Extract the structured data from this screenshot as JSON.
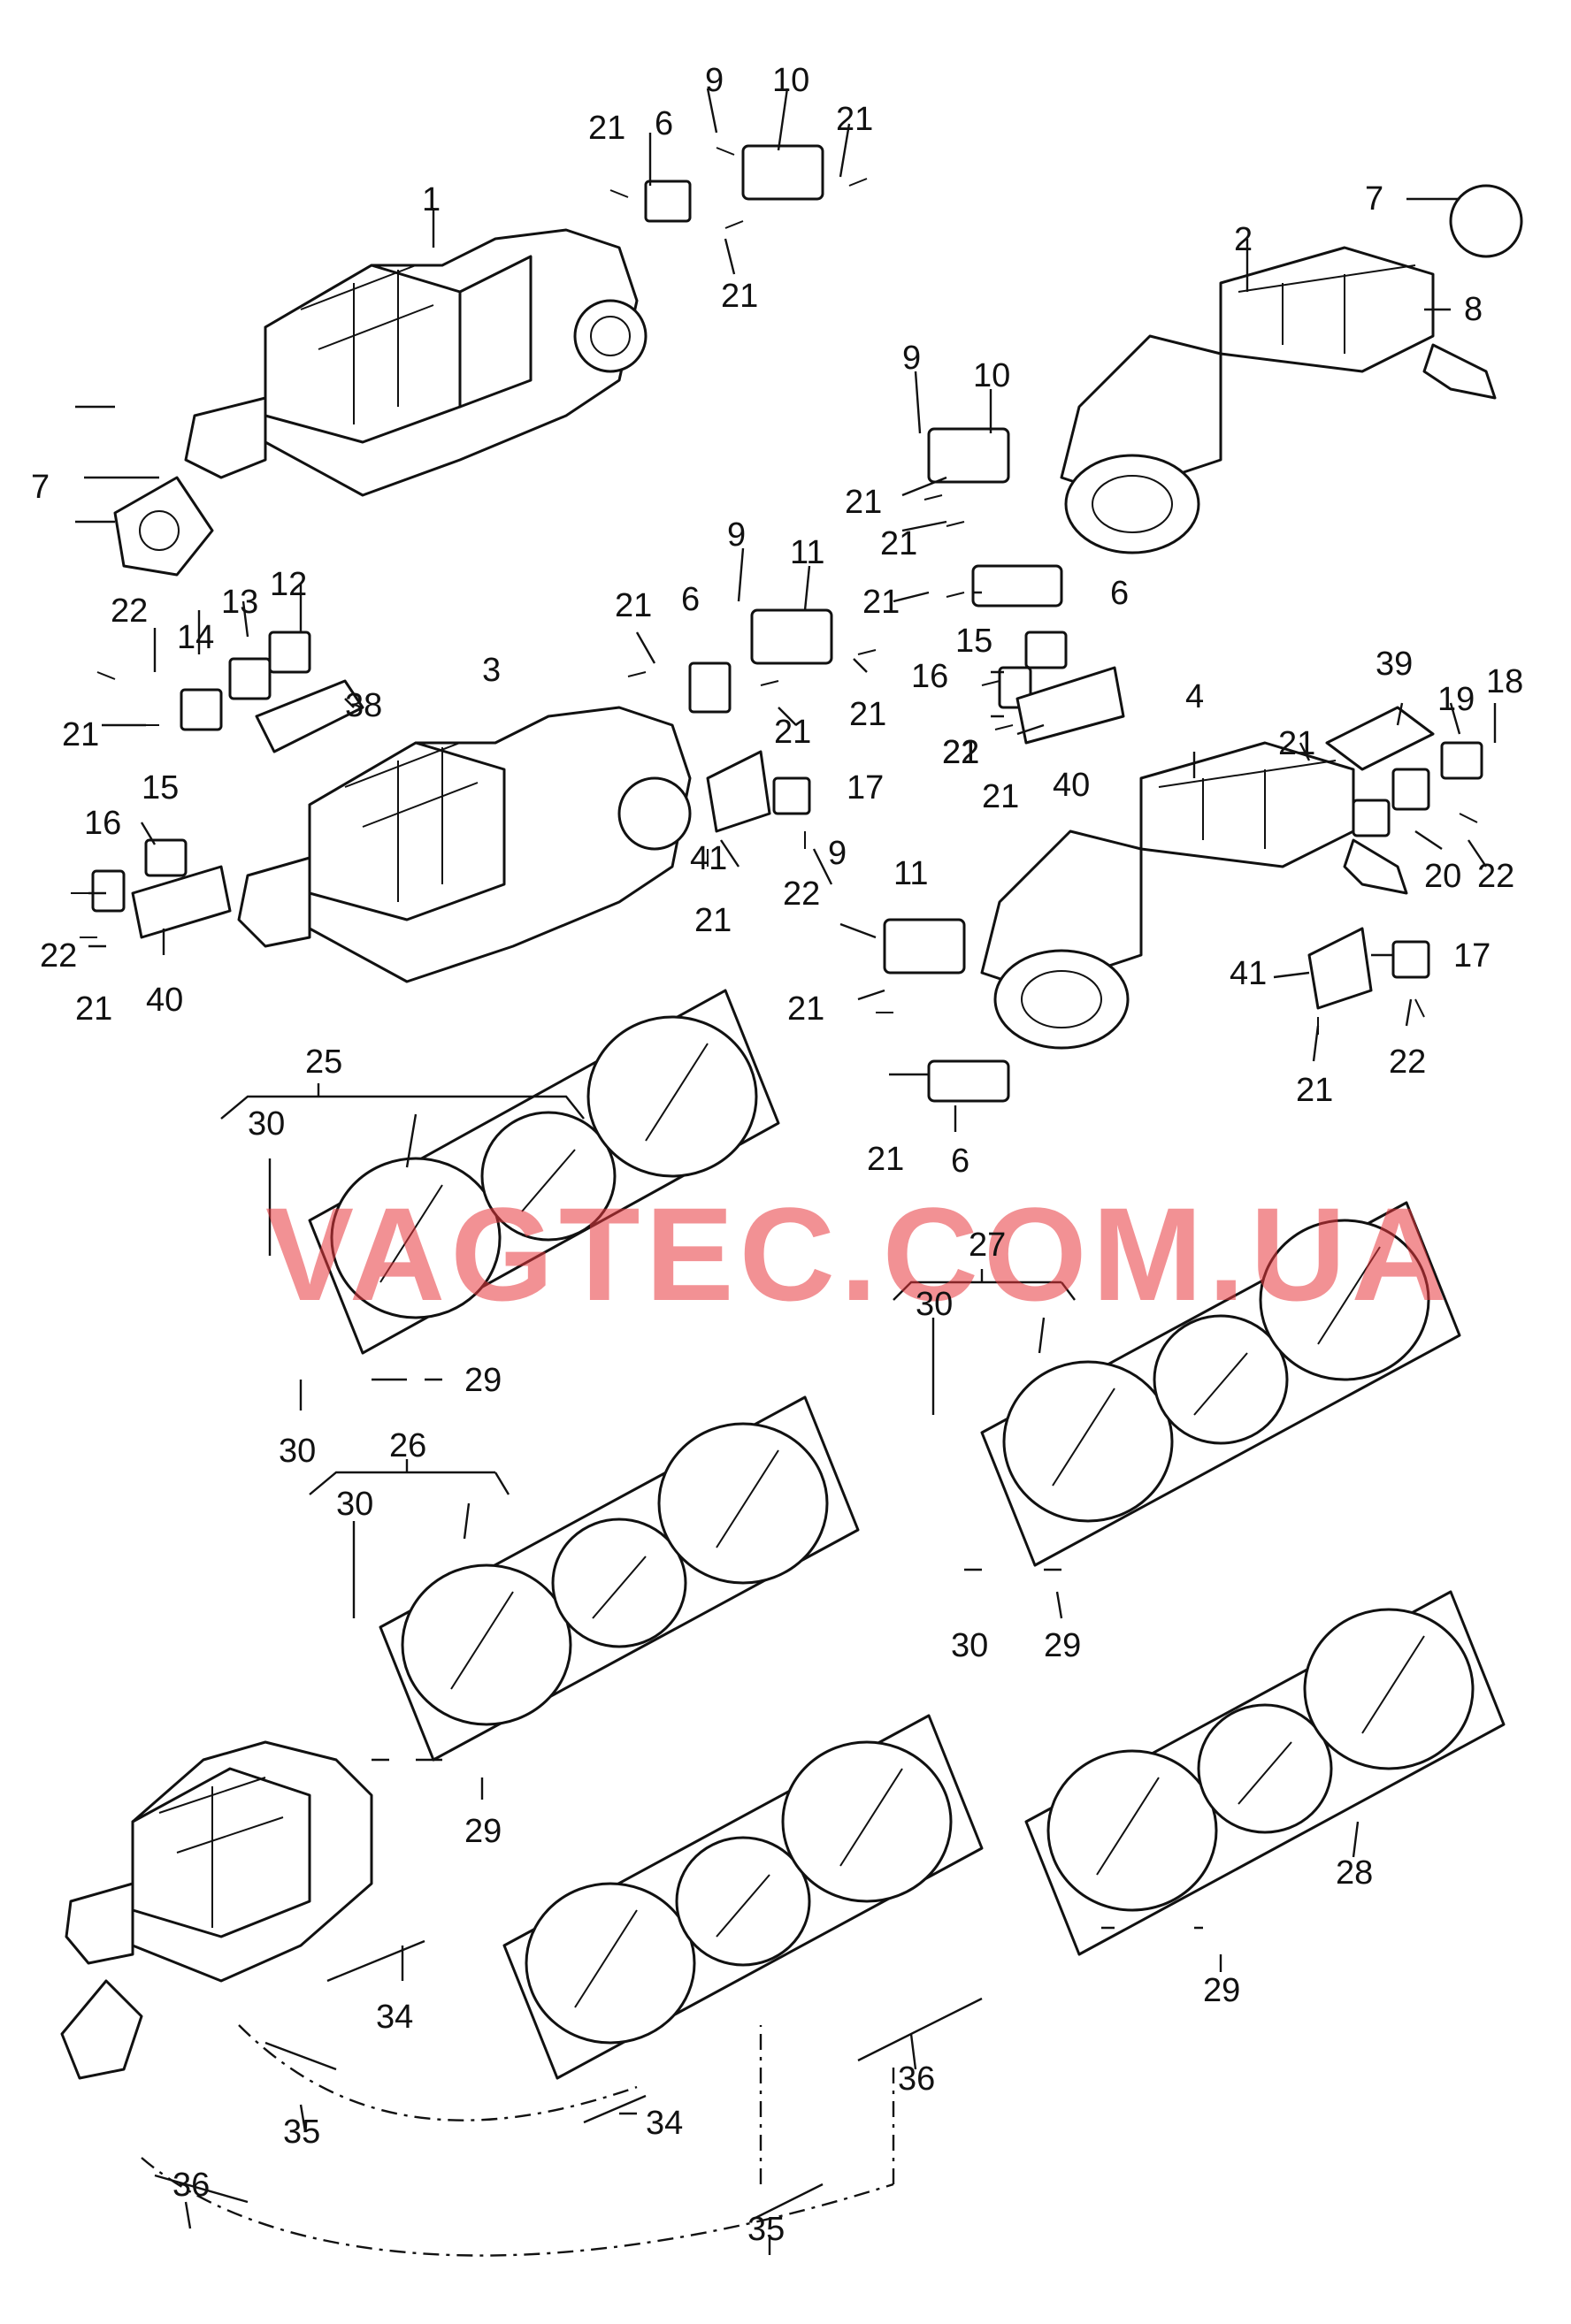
{
  "watermark": "VAGTEC.COM.UA",
  "labels": {
    "l1": "1",
    "l2": "2",
    "l3": "3",
    "l4": "4",
    "l6a": "6",
    "l6b": "6",
    "l6c": "6",
    "l6d": "6",
    "l7a": "7",
    "l7b": "7",
    "l8": "8",
    "l9a": "9",
    "l9b": "9",
    "l9c": "9",
    "l9d": "9",
    "l10a": "10",
    "l10b": "10",
    "l11a": "11",
    "l11b": "11",
    "l12": "12",
    "l13": "13",
    "l14": "14",
    "l15a": "15",
    "l15b": "15",
    "l16a": "16",
    "l16b": "16",
    "l17a": "17",
    "l17b": "17",
    "l18": "18",
    "l19": "19",
    "l20": "20",
    "l21a": "21",
    "l21b": "21",
    "l21c": "21",
    "l21d": "21",
    "l21e": "21",
    "l21f": "21",
    "l21g": "21",
    "l21h": "21",
    "l21i": "21",
    "l21j": "21",
    "l21k": "21",
    "l21l": "21",
    "l21m": "21",
    "l21n": "21",
    "l21o": "21",
    "l21p": "21",
    "l21q": "21",
    "l21r": "21",
    "l22a": "22",
    "l22b": "22",
    "l22c": "22",
    "l22d": "22",
    "l22e": "22",
    "l22f": "22",
    "l25": "25",
    "l26": "26",
    "l27": "27",
    "l28": "28",
    "l29a": "29",
    "l29b": "29",
    "l29c": "29",
    "l29d": "29",
    "l30a": "30",
    "l30b": "30",
    "l30c": "30",
    "l30d": "30",
    "l30e": "30",
    "l34a": "34",
    "l34b": "34",
    "l35a": "35",
    "l35b": "35",
    "l36a": "36",
    "l36b": "36",
    "l38": "38",
    "l39": "39",
    "l40a": "40",
    "l40b": "40",
    "l41a": "41",
    "l41b": "41"
  }
}
